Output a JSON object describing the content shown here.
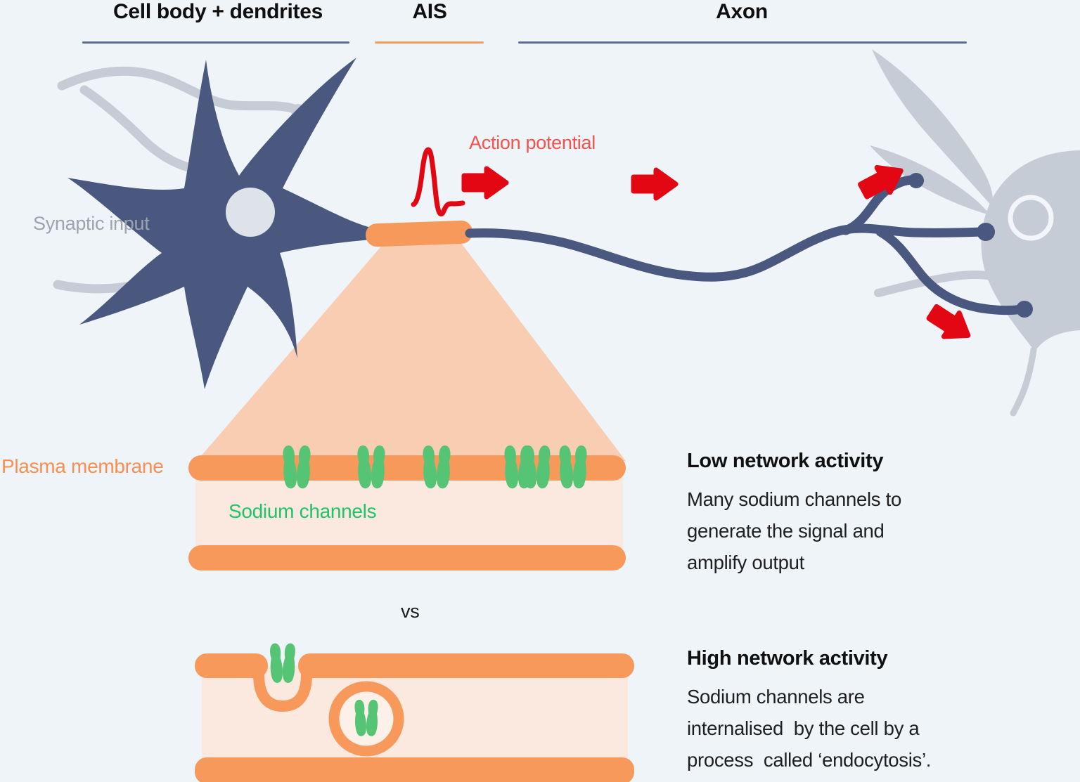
{
  "section_labels": {
    "cell_body": "Cell body + dendrites",
    "ais": "AIS",
    "axon": "Axon"
  },
  "annotations": {
    "synaptic_input": "Synaptic input",
    "action_potential": "Action potential",
    "plasma_membrane": "Plasma membrane",
    "sodium_channels": "Sodium channels",
    "versus": "vs"
  },
  "low_block": {
    "heading": "Low network activity",
    "lines": [
      "Many sodium channels to",
      "generate the signal and",
      "amplify output"
    ]
  },
  "high_block": {
    "heading": "High network activity",
    "lines": [
      "Sodium channels are",
      "internalised  by the cell by a",
      "process  called ‘endocytosis’."
    ]
  },
  "icons": {
    "signal_arrows": "arrow-right-icon",
    "spike": "action-potential-trace",
    "channel": "sodium-channel-icon",
    "vesicle": "endocytosis-vesicle-icon"
  },
  "colors": {
    "background": "#eff4f9",
    "neuron_navy": "#4a5880",
    "synaptic_gray": "#c5ccd6",
    "nucleus_gray": "#dee3ea",
    "membrane_orange": "#f8995c",
    "zoom_peach": "#f9cdb2",
    "interior_peach": "#fbe9e0",
    "channel_green": "#55c474",
    "label_green": "#1ec468",
    "signal_red": "#e30613",
    "action_potential_coral": "#f4524d",
    "underline_navy": "#5b6c95",
    "muted_text_gray": "#9ca3af",
    "heading_black": "#0f0f0f"
  }
}
